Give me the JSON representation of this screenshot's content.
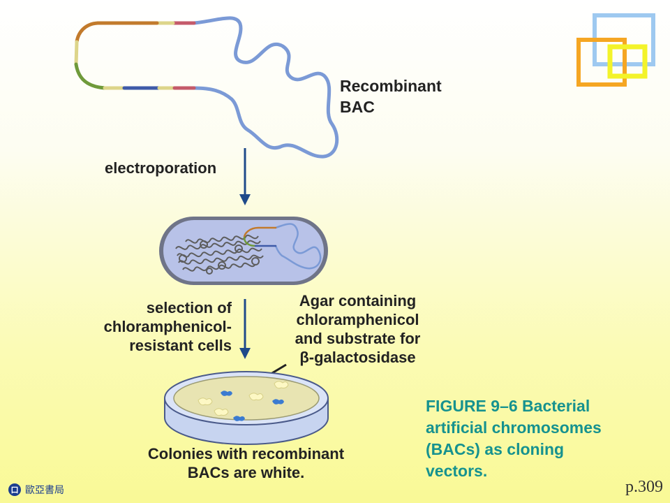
{
  "labels": {
    "bac_line1": "Recombinant",
    "bac_line2": "BAC",
    "electroporation": "electroporation",
    "selection_line1": "selection of",
    "selection_line2": "chloramphenicol-",
    "selection_line3": "resistant cells",
    "agar_line1": "Agar containing",
    "agar_line2": "chloramphenicol",
    "agar_line3": "and substrate for",
    "agar_line4": "β-galactosidase",
    "colonies_line1": "Colonies with recombinant",
    "colonies_line2": "BACs are white."
  },
  "caption": {
    "line1": "FIGURE 9–6 Bacterial",
    "line2": "artificial chromosomes",
    "line3": "(BACs) as cloning",
    "line4": "vectors."
  },
  "publisher": {
    "name": "歐亞書局",
    "logo_text": "口"
  },
  "page_number": "p.309",
  "colors": {
    "dna_blue": "#7b9ad6",
    "arrow_blue": "#1f4a8a",
    "segment_orange": "#c27a2c",
    "segment_yellow": "#ddd58a",
    "segment_red": "#c45a6a",
    "segment_green": "#6f9a3a",
    "segment_navy": "#3e5aa8",
    "caption_teal": "#16928f",
    "deco_light_blue": "#9ec9f0",
    "deco_orange": "#f5a623",
    "deco_yellow": "#f3f32a",
    "colony_white": "#fdf8c4",
    "colony_blue": "#3b7bd1",
    "plate_agar": "#e8e4b2"
  },
  "icons": {
    "dna": "plasmid-dna-icon",
    "arrow": "arrow-down-icon",
    "cell": "bacterial-cell-icon",
    "plate": "petri-dish-icon",
    "deco": "decorative-squares-icon"
  }
}
